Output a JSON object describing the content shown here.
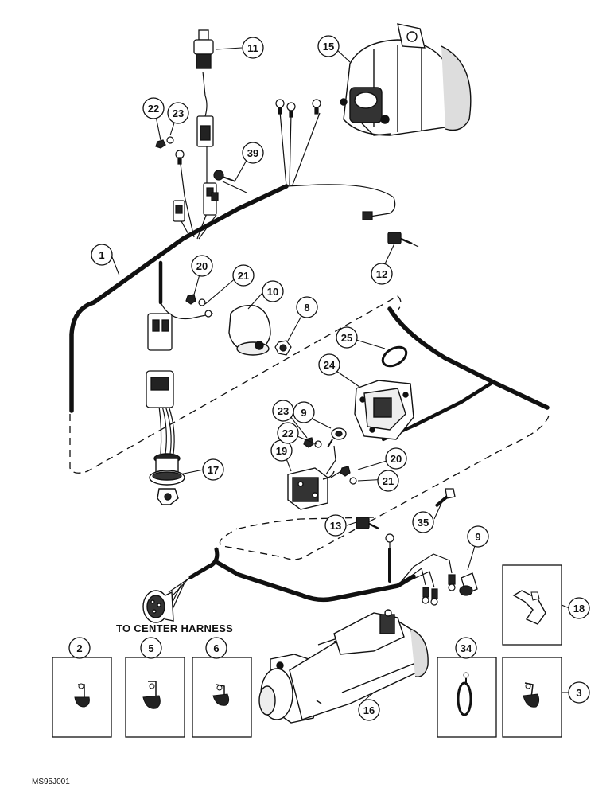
{
  "diagram": {
    "harness_label": "TO CENTER HARNESS",
    "figure_code": "MS95J001",
    "callouts": [
      {
        "id": "c1",
        "num": "1"
      },
      {
        "id": "c2",
        "num": "2"
      },
      {
        "id": "c3",
        "num": "3"
      },
      {
        "id": "c5",
        "num": "5"
      },
      {
        "id": "c6",
        "num": "6"
      },
      {
        "id": "c8",
        "num": "8"
      },
      {
        "id": "c9a",
        "num": "9"
      },
      {
        "id": "c9b",
        "num": "9"
      },
      {
        "id": "c10",
        "num": "10"
      },
      {
        "id": "c11",
        "num": "11"
      },
      {
        "id": "c12",
        "num": "12"
      },
      {
        "id": "c13",
        "num": "13"
      },
      {
        "id": "c15",
        "num": "15"
      },
      {
        "id": "c16",
        "num": "16"
      },
      {
        "id": "c17",
        "num": "17"
      },
      {
        "id": "c18",
        "num": "18"
      },
      {
        "id": "c19",
        "num": "19"
      },
      {
        "id": "c20a",
        "num": "20"
      },
      {
        "id": "c20b",
        "num": "20"
      },
      {
        "id": "c21a",
        "num": "21"
      },
      {
        "id": "c21b",
        "num": "21"
      },
      {
        "id": "c22a",
        "num": "22"
      },
      {
        "id": "c22b",
        "num": "22"
      },
      {
        "id": "c23a",
        "num": "23"
      },
      {
        "id": "c23b",
        "num": "23"
      },
      {
        "id": "c24",
        "num": "24"
      },
      {
        "id": "c25",
        "num": "25"
      },
      {
        "id": "c34",
        "num": "34"
      },
      {
        "id": "c35",
        "num": "35"
      },
      {
        "id": "c39",
        "num": "39"
      }
    ]
  }
}
